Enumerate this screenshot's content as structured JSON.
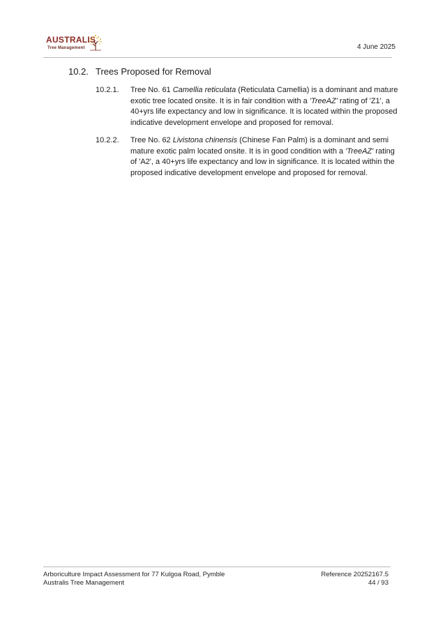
{
  "header": {
    "logo_name": "AUSTRALIS",
    "logo_sub": "Tree Management",
    "date": "4 June 2025"
  },
  "section": {
    "number": "10.2.",
    "title": "Trees Proposed for Removal"
  },
  "items": [
    {
      "number": "10.2.1.",
      "text_pre": "Tree No. 61 ",
      "species": "Camellia reticulata",
      "text_mid": " (Reticulata Camellia) is a dominant and mature exotic tree located onsite. It is in fair condition with a ",
      "rating_term": "'TreeAZ'",
      "text_post": " rating of 'Z1', a 40+yrs life expectancy and low in significance. It is located within the proposed indicative development envelope and proposed for removal."
    },
    {
      "number": "10.2.2.",
      "text_pre": "Tree No. 62 ",
      "species": "Livistona chinensis",
      "text_mid": " (Chinese Fan Palm) is a dominant and semi mature exotic palm located onsite. It is in good condition with a ",
      "rating_term": "'TreeAZ'",
      "text_post": " rating of 'A2', a 40+yrs life expectancy and low in significance. It is located within the proposed indicative development envelope and proposed for removal."
    }
  ],
  "footer": {
    "title_line": "Arboriculture Impact Assessment for 77 Kulgoa Road, Pymble",
    "company_line": "Australis Tree Management",
    "reference": "Reference 20252167.5",
    "page": "44 / 93"
  },
  "colors": {
    "brand": "#8a2a22",
    "rule": "#b8b8b8"
  }
}
